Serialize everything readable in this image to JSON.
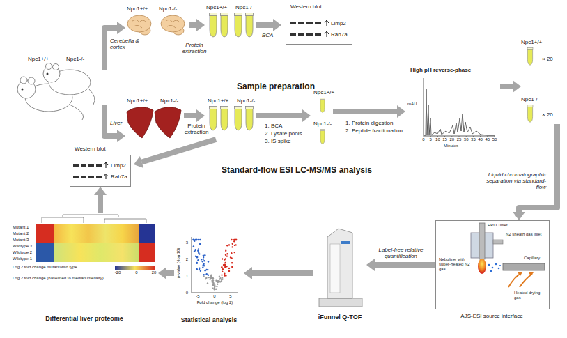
{
  "diagram": {
    "nodes": [
      {
        "text": [
          "Western blot",
          "Limp2",
          "Rab7a"
        ]
      },
      {
        "text": [
          "High pH reverse-phase",
          "mAU",
          "0",
          "5",
          "10",
          "15",
          "20",
          "25",
          "30",
          "35",
          "40",
          "45",
          "50",
          "Minutes"
        ]
      },
      {
        "text": [
          "AJS-ESI source interface",
          "HPLC inlet",
          "N2 sheath gas inlet",
          "Nebulizer with super-heated N2 gas",
          "Capillary",
          "Heated drying gas"
        ]
      },
      {
        "text": [
          "iFunnel Q-TOF"
        ]
      },
      {
        "text": [
          "Statistical analysis",
          "p-value (-log 10)",
          "3",
          "2",
          "1",
          "0",
          "-5",
          "0",
          "5",
          "Fold change (log 2)"
        ]
      },
      {
        "text": [
          "Differential liver proteome",
          "Mutant 1",
          "Mutant 2",
          "Mutant 3",
          "Wildtype 3",
          "Wildtype 2",
          "Wildtype 1",
          "Log 2 fold change mutant/wild type",
          "-20",
          "0",
          "20",
          "Log 2 fold change (baselined to median intensity)"
        ]
      },
      {
        "text": [
          "Western blot",
          "Limp2",
          "Rab7a"
        ]
      }
    ],
    "edges": [
      {
        "from": 2,
        "to": 3,
        "arrow": "to",
        "label": "Label-free relative quantification"
      },
      {
        "from": 3,
        "to": 4,
        "arrow": "to"
      },
      {
        "from": 4,
        "to": 5,
        "arrow": "to"
      },
      {
        "from": 5,
        "to": 6,
        "arrow": "to"
      }
    ],
    "labels": [
      "Npc1+/+",
      "Npc1-/-",
      "Cerebella & cortex",
      "Npc1+/+",
      "Npc1-/-",
      "Npc1+/+",
      "Npc1-/-",
      "Protein extraction",
      "BCA",
      "Sample preparation",
      "Liver",
      "Npc1+/+",
      "Npc1-/-",
      "Npc1+/+",
      "Npc1-/-",
      "Protein extraction",
      "1. BCA",
      "2. Lysate pools",
      "3. IS spike",
      "Npc1+/+",
      "Npc1-/-",
      "1. Protein digestion",
      "2. Peptide fractionation",
      "Npc1+/+",
      "× 20",
      "Npc1-/-",
      "× 20",
      "Standard-flow ESI LC-MS/MS analysis",
      "Liquid chromatographic separation via standard-flow"
    ]
  }
}
